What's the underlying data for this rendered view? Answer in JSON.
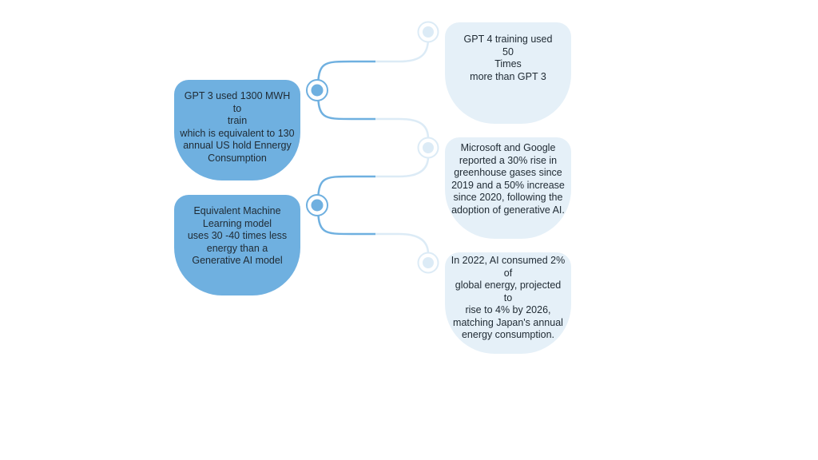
{
  "left_cards": [
    {
      "text": "GPT 3 used 1300 MWH to\ntrain\nwhich is equivalent to 130\nannual US hold Ennergy\nConsumption"
    },
    {
      "text": "Equivalent Machine\nLearning model\nuses 30 -40 times less\nenergy than a\nGenerative AI model"
    }
  ],
  "right_cards": [
    {
      "text": "GPT 4 training used\n50\nTimes\nmore than GPT 3"
    },
    {
      "text": "Microsoft and Google\nreported a 30% rise in\ngreenhouse gases since\n2019 and a 50% increase\nsince 2020, following the\nadoption of generative AI."
    },
    {
      "text": "In 2022, AI consumed 2% of\nglobal energy, projected to\nrise to 4% by 2026,\nmatching Japan's annual\nenergy consumption."
    }
  ],
  "colors": {
    "dark_blue": "#6fb0e0",
    "light_blue": "#e5f0f8",
    "connector_dark": "#6fb0e0",
    "connector_light": "#dcebf6"
  }
}
